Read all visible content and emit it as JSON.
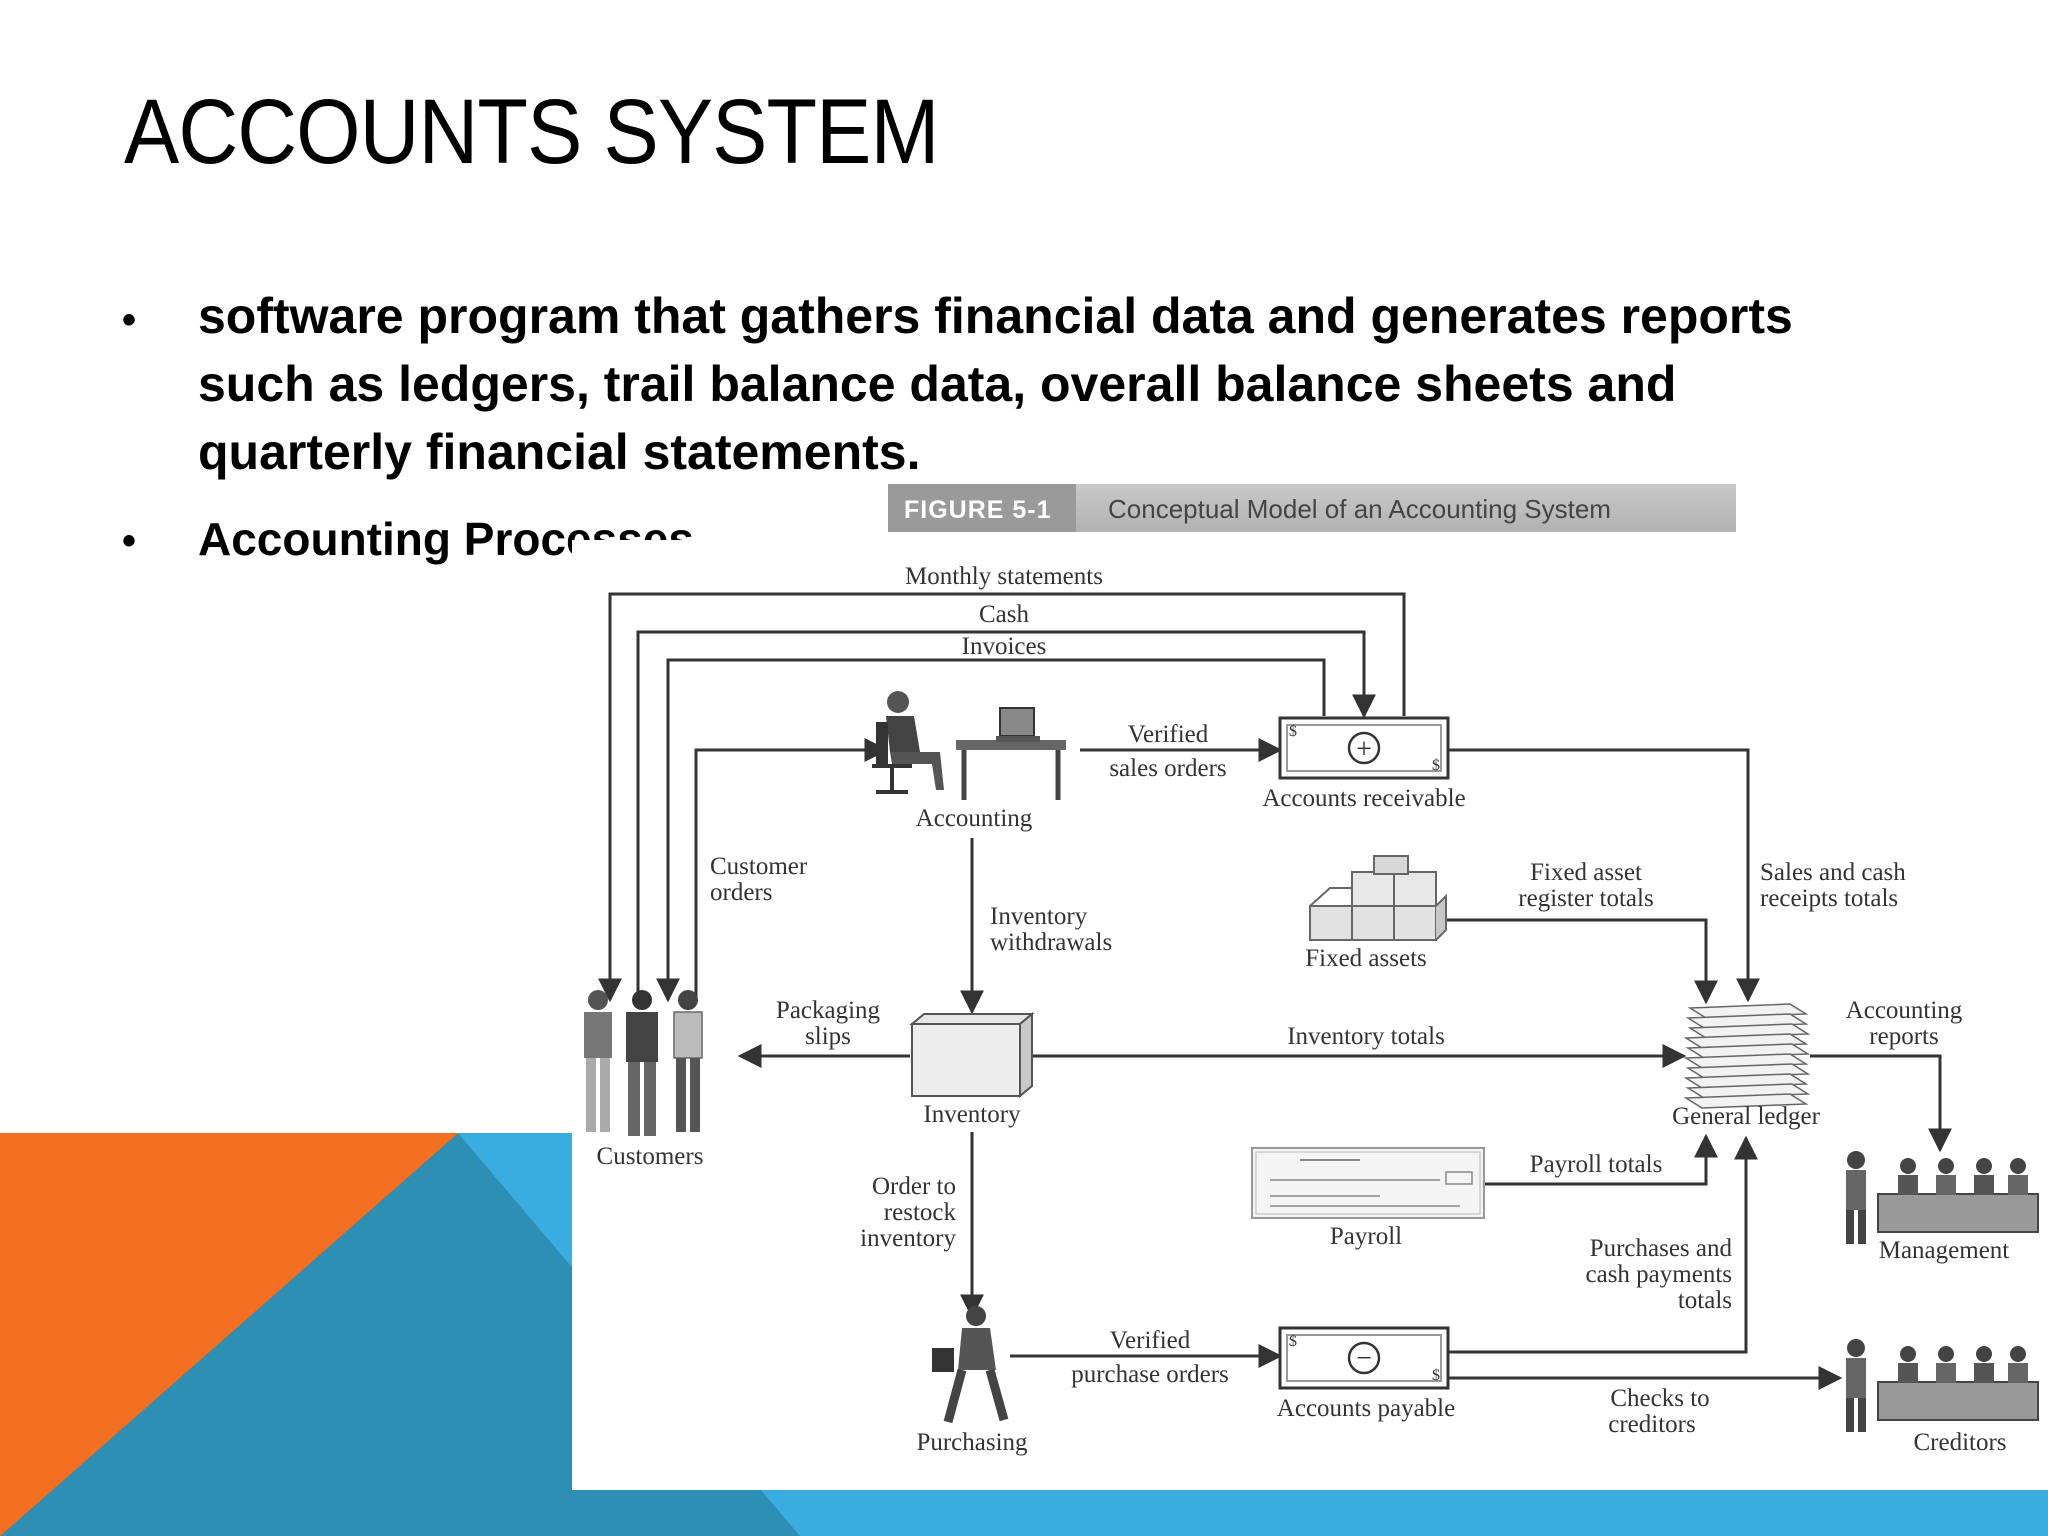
{
  "slide": {
    "title": "ACCOUNTS SYSTEM",
    "bullets": [
      "software program that gathers financial data and generates reports such as ledgers, trail balance data, overall balance sheets and quarterly financial statements.",
      "Accounting Processes"
    ],
    "bullet_glyph": "•",
    "colors": {
      "accent_orange": "#F36F21",
      "accent_blue": "#3AADE0",
      "accent_dark_blue": "#2E8FB5"
    }
  },
  "figure": {
    "tag": "FIGURE 5-1",
    "caption": "Conceptual Model of an Accounting System",
    "nodes": {
      "accounting": "Accounting",
      "accounts_receivable": "Accounts receivable",
      "fixed_assets": "Fixed assets",
      "customers": "Customers",
      "inventory": "Inventory",
      "general_ledger": "General ledger",
      "payroll": "Payroll",
      "management": "Management",
      "purchasing": "Purchasing",
      "accounts_payable": "Accounts payable",
      "creditors": "Creditors"
    },
    "flows": {
      "monthly_statements": "Monthly statements",
      "cash": "Cash",
      "invoices": "Invoices",
      "verified_sales_1": "Verified",
      "verified_sales_2": "sales orders",
      "customer_orders_1": "Customer",
      "customer_orders_2": "orders",
      "inventory_withdrawals_1": "Inventory",
      "inventory_withdrawals_2": "withdrawals",
      "fixed_asset_totals_1": "Fixed asset",
      "fixed_asset_totals_2": "register totals",
      "sales_cash_totals_1": "Sales and cash",
      "sales_cash_totals_2": "receipts totals",
      "packaging_slips_1": "Packaging",
      "packaging_slips_2": "slips",
      "inventory_totals": "Inventory totals",
      "accounting_reports_1": "Accounting",
      "accounting_reports_2": "reports",
      "order_restock_1": "Order to",
      "order_restock_2": "restock",
      "order_restock_3": "inventory",
      "payroll_totals": "Payroll totals",
      "purchases_totals_1": "Purchases and",
      "purchases_totals_2": "cash payments",
      "purchases_totals_3": "totals",
      "verified_purchase_1": "Verified",
      "verified_purchase_2": "purchase orders",
      "checks_creditors_1": "Checks to",
      "checks_creditors_2": "creditors"
    },
    "symbols": {
      "plus": "+",
      "minus": "−",
      "dollar": "$"
    },
    "icons": [
      "accountant-desk-icon",
      "customers-group-icon",
      "inventory-box-icon",
      "fixed-assets-boxes-icon",
      "ledger-stack-icon",
      "payroll-check-icon",
      "management-meeting-icon",
      "purchasing-man-icon",
      "creditors-meeting-icon"
    ]
  }
}
